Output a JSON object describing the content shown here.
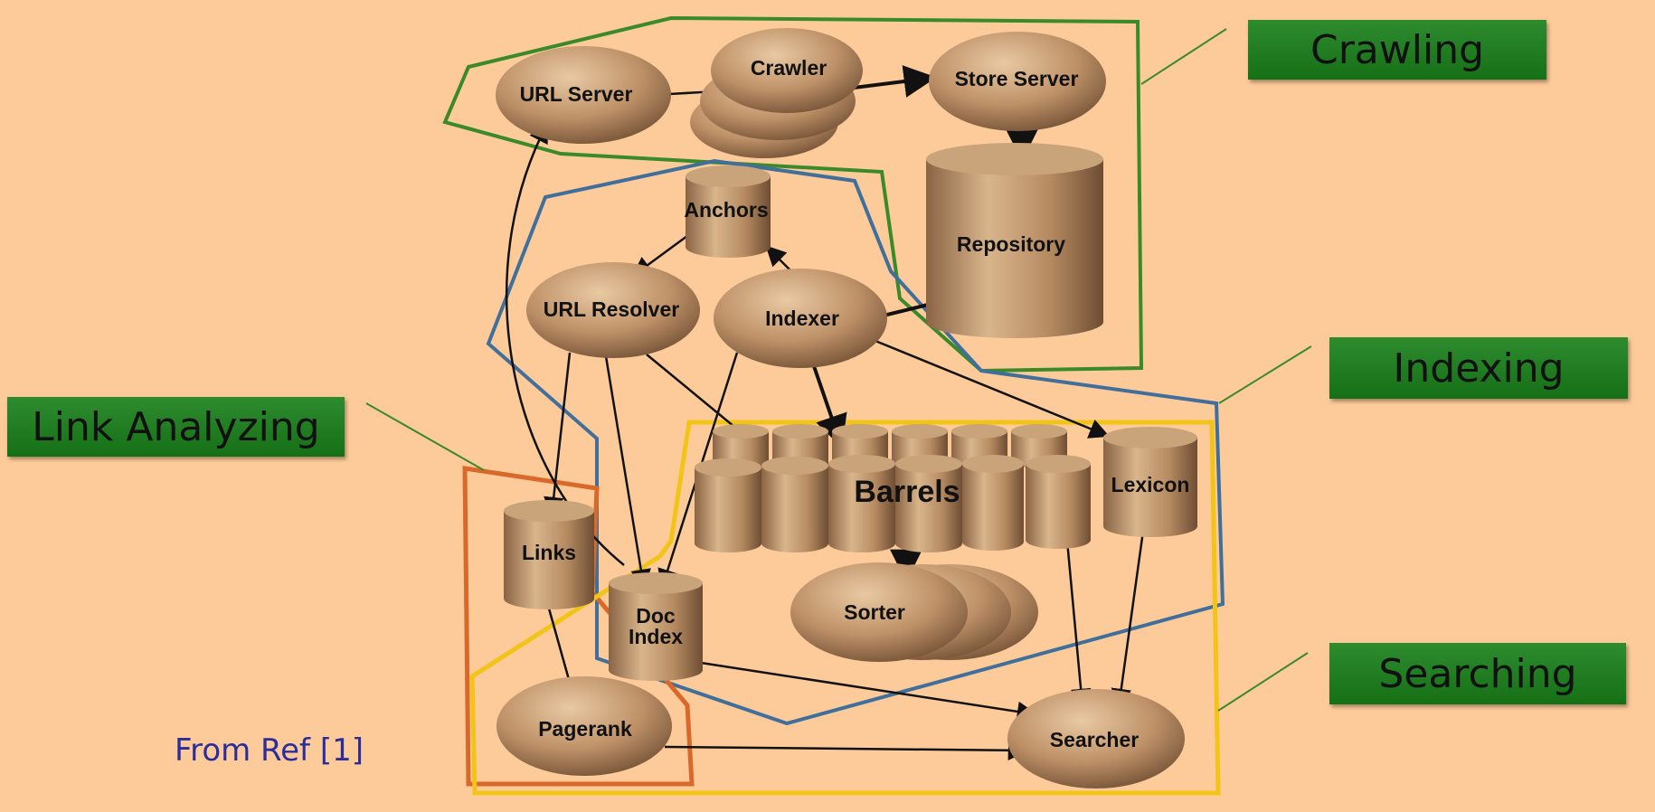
{
  "nodes": {
    "url_server": "URL Server",
    "crawler": "Crawler",
    "store_server": "Store Server",
    "repository": "Repository",
    "anchors": "Anchors",
    "url_resolver": "URL Resolver",
    "indexer": "Indexer",
    "barrels": "Barrels",
    "lexicon": "Lexicon",
    "links": "Links",
    "doc_index_line1": "Doc",
    "doc_index_line2": "Index",
    "sorter": "Sorter",
    "pagerank": "Pagerank",
    "searcher": "Searcher"
  },
  "regions": {
    "crawling": "Crawling",
    "indexing": "Indexing",
    "link_analyzing": "Link Analyzing",
    "searching": "Searching"
  },
  "caption": "From Ref [1]",
  "colors": {
    "background": "#FDCB9A",
    "crawling_outline": "#3A8A2A",
    "indexing_outline": "#3F6F9A",
    "link_outline": "#D9692B",
    "searching_outline": "#F2C418",
    "tag_green": "#1E7E1E",
    "caption_text": "#2B2E9A"
  }
}
